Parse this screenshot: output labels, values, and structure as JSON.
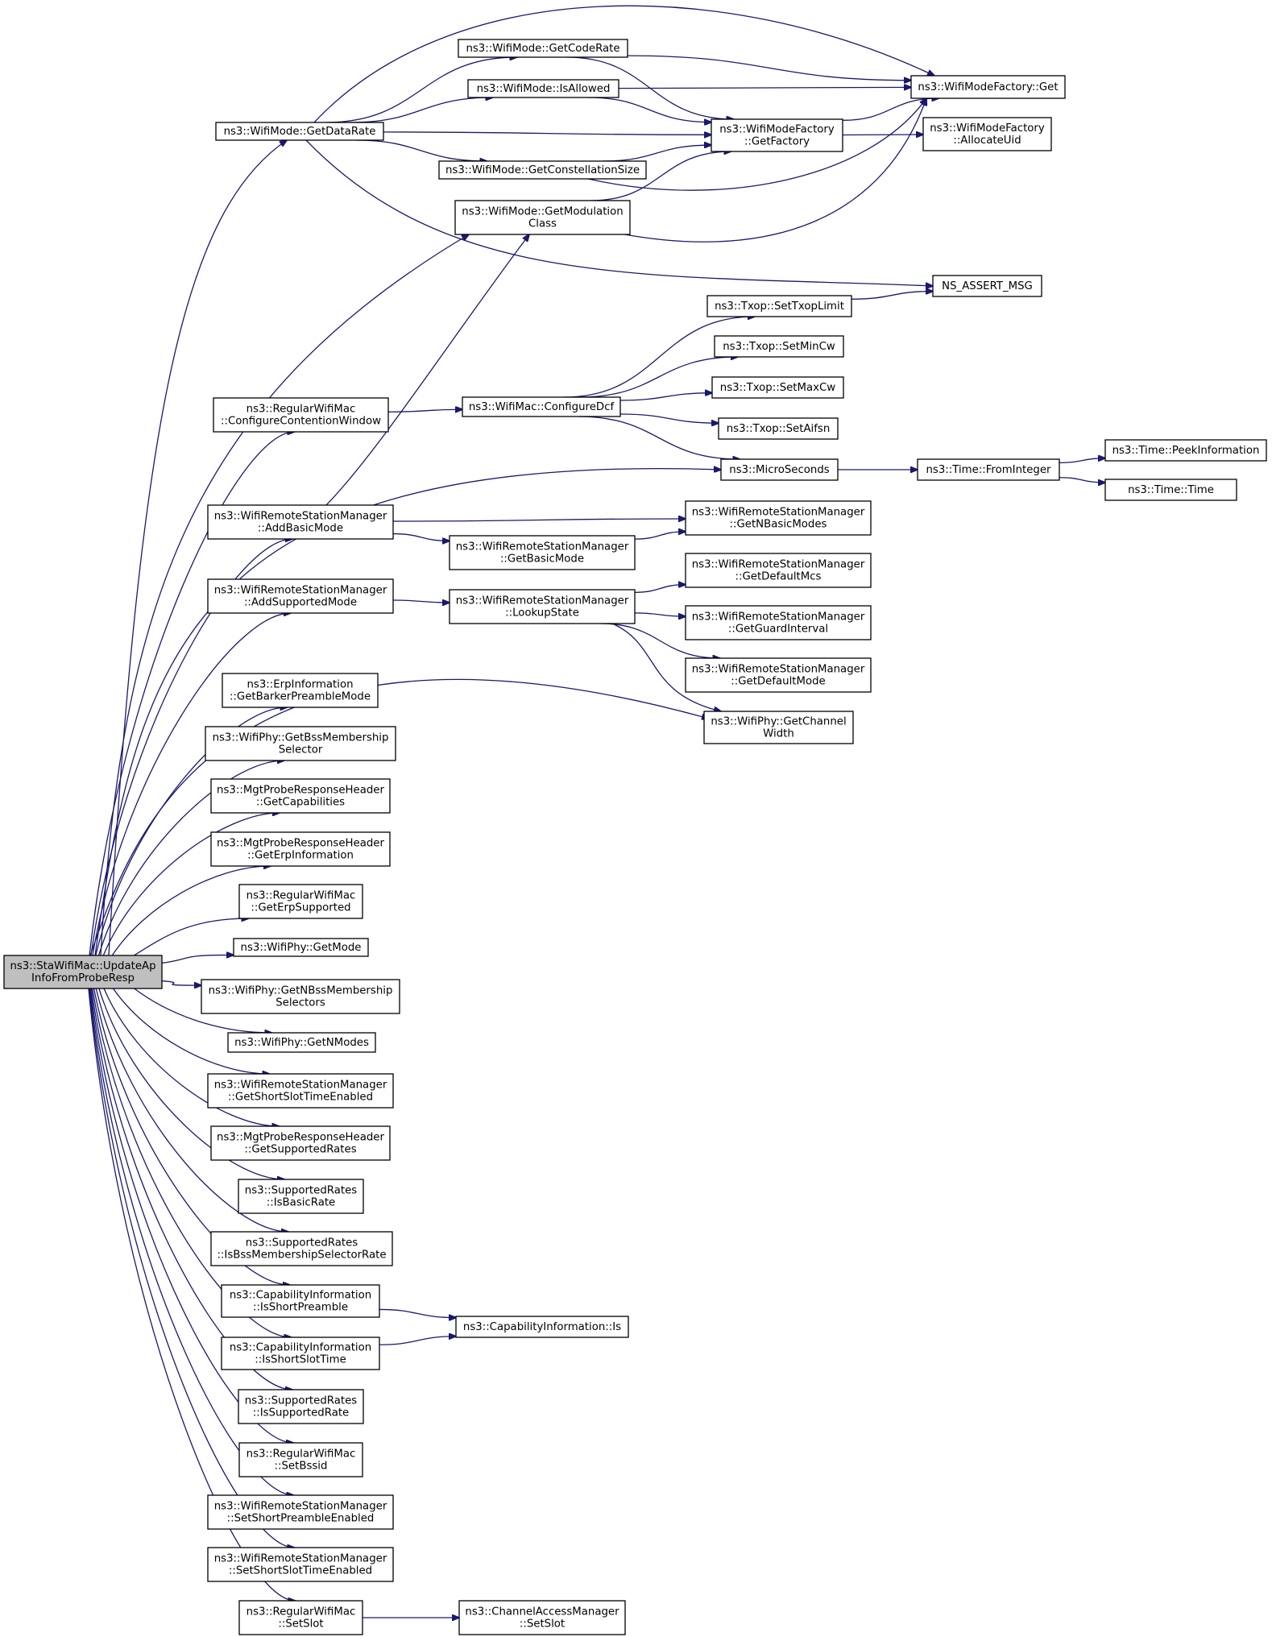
{
  "graph": {
    "colors": {
      "edge": "#191970",
      "node_border": "#000000",
      "truncated_border": "#ff0000",
      "root_fill": "#bfbfbf"
    },
    "nodes": [
      {
        "id": "root",
        "lines": [
          "ns3::StaWifiMac::UpdateAp",
          "InfoFromProbeResp"
        ],
        "style": "root"
      },
      {
        "id": "getDataRate",
        "lines": [
          "ns3::WifiMode::GetDataRate"
        ]
      },
      {
        "id": "getCodeRate",
        "lines": [
          "ns3::WifiMode::GetCodeRate"
        ]
      },
      {
        "id": "isAllowed",
        "lines": [
          "ns3::WifiMode::IsAllowed"
        ]
      },
      {
        "id": "factoryGet",
        "lines": [
          "ns3::WifiModeFactory::Get"
        ]
      },
      {
        "id": "getFactory",
        "lines": [
          "ns3::WifiModeFactory",
          "::GetFactory"
        ]
      },
      {
        "id": "allocateUid",
        "lines": [
          "ns3::WifiModeFactory",
          "::AllocateUid"
        ]
      },
      {
        "id": "getConstSize",
        "lines": [
          "ns3::WifiMode::GetConstellationSize"
        ]
      },
      {
        "id": "getModClass",
        "lines": [
          "ns3::WifiMode::GetModulation",
          "Class"
        ]
      },
      {
        "id": "assertMsg",
        "lines": [
          "NS_ASSERT_MSG"
        ]
      },
      {
        "id": "setTxopLimit",
        "lines": [
          "ns3::Txop::SetTxopLimit"
        ],
        "style": "truncated"
      },
      {
        "id": "setMinCw",
        "lines": [
          "ns3::Txop::SetMinCw"
        ],
        "style": "truncated"
      },
      {
        "id": "setMaxCw",
        "lines": [
          "ns3::Txop::SetMaxCw"
        ],
        "style": "truncated"
      },
      {
        "id": "setAifsn",
        "lines": [
          "ns3::Txop::SetAifsn"
        ]
      },
      {
        "id": "configCW",
        "lines": [
          "ns3::RegularWifiMac",
          "::ConfigureContentionWindow"
        ]
      },
      {
        "id": "configDcf",
        "lines": [
          "ns3::WifiMac::ConfigureDcf"
        ]
      },
      {
        "id": "microSeconds",
        "lines": [
          "ns3::MicroSeconds"
        ]
      },
      {
        "id": "fromInteger",
        "lines": [
          "ns3::Time::FromInteger"
        ]
      },
      {
        "id": "peekInfo",
        "lines": [
          "ns3::Time::PeekInformation"
        ],
        "style": "truncated"
      },
      {
        "id": "timeTime",
        "lines": [
          "ns3::Time::Time"
        ],
        "style": "truncated"
      },
      {
        "id": "addBasicMode",
        "lines": [
          "ns3::WifiRemoteStationManager",
          "::AddBasicMode"
        ]
      },
      {
        "id": "getNBasicModes",
        "lines": [
          "ns3::WifiRemoteStationManager",
          "::GetNBasicModes"
        ]
      },
      {
        "id": "getBasicMode",
        "lines": [
          "ns3::WifiRemoteStationManager",
          "::GetBasicMode"
        ]
      },
      {
        "id": "addSuppMode",
        "lines": [
          "ns3::WifiRemoteStationManager",
          "::AddSupportedMode"
        ]
      },
      {
        "id": "lookupState",
        "lines": [
          "ns3::WifiRemoteStationManager",
          "::LookupState"
        ]
      },
      {
        "id": "getDefaultMcs",
        "lines": [
          "ns3::WifiRemoteStationManager",
          "::GetDefaultMcs"
        ]
      },
      {
        "id": "getGuardInt",
        "lines": [
          "ns3::WifiRemoteStationManager",
          "::GetGuardInterval"
        ],
        "style": "truncated"
      },
      {
        "id": "getDefaultMode",
        "lines": [
          "ns3::WifiRemoteStationManager",
          "::GetDefaultMode"
        ]
      },
      {
        "id": "getChanWidth",
        "lines": [
          "ns3::WifiPhy::GetChannel",
          "Width"
        ]
      },
      {
        "id": "getBarker",
        "lines": [
          "ns3::ErpInformation",
          "::GetBarkerPreambleMode"
        ]
      },
      {
        "id": "getBssSel",
        "lines": [
          "ns3::WifiPhy::GetBssMembership",
          "Selector"
        ]
      },
      {
        "id": "getCaps",
        "lines": [
          "ns3::MgtProbeResponseHeader",
          "::GetCapabilities"
        ]
      },
      {
        "id": "getErpInfo",
        "lines": [
          "ns3::MgtProbeResponseHeader",
          "::GetErpInformation"
        ]
      },
      {
        "id": "getErpSupp",
        "lines": [
          "ns3::RegularWifiMac",
          "::GetErpSupported"
        ]
      },
      {
        "id": "getMode",
        "lines": [
          "ns3::WifiPhy::GetMode"
        ]
      },
      {
        "id": "getNBssSel",
        "lines": [
          "ns3::WifiPhy::GetNBssMembership",
          "Selectors"
        ]
      },
      {
        "id": "getNModes",
        "lines": [
          "ns3::WifiPhy::GetNModes"
        ]
      },
      {
        "id": "getShortSlotEn",
        "lines": [
          "ns3::WifiRemoteStationManager",
          "::GetShortSlotTimeEnabled"
        ]
      },
      {
        "id": "getSuppRates",
        "lines": [
          "ns3::MgtProbeResponseHeader",
          "::GetSupportedRates"
        ]
      },
      {
        "id": "isBasicRate",
        "lines": [
          "ns3::SupportedRates",
          "::IsBasicRate"
        ]
      },
      {
        "id": "isBssSelRate",
        "lines": [
          "ns3::SupportedRates",
          "::IsBssMembershipSelectorRate"
        ]
      },
      {
        "id": "isShortPre",
        "lines": [
          "ns3::CapabilityInformation",
          "::IsShortPreamble"
        ]
      },
      {
        "id": "capIs",
        "lines": [
          "ns3::CapabilityInformation::Is"
        ]
      },
      {
        "id": "isShortSlot",
        "lines": [
          "ns3::CapabilityInformation",
          "::IsShortSlotTime"
        ]
      },
      {
        "id": "isSuppRate",
        "lines": [
          "ns3::SupportedRates",
          "::IsSupportedRate"
        ]
      },
      {
        "id": "setBssid",
        "lines": [
          "ns3::RegularWifiMac",
          "::SetBssid"
        ]
      },
      {
        "id": "setShortPreEn",
        "lines": [
          "ns3::WifiRemoteStationManager",
          "::SetShortPreambleEnabled"
        ]
      },
      {
        "id": "setShortSlotEn",
        "lines": [
          "ns3::WifiRemoteStationManager",
          "::SetShortSlotTimeEnabled"
        ]
      },
      {
        "id": "setSlot",
        "lines": [
          "ns3::RegularWifiMac",
          "::SetSlot"
        ]
      },
      {
        "id": "chanSetSlot",
        "lines": [
          "ns3::ChannelAccessManager",
          "::SetSlot"
        ]
      }
    ],
    "edges": [
      [
        "root",
        "getDataRate"
      ],
      [
        "root",
        "getModClass"
      ],
      [
        "root",
        "configCW"
      ],
      [
        "root",
        "microSeconds"
      ],
      [
        "root",
        "addBasicMode"
      ],
      [
        "root",
        "addSuppMode"
      ],
      [
        "root",
        "getChanWidth"
      ],
      [
        "root",
        "getBarker"
      ],
      [
        "root",
        "getBssSel"
      ],
      [
        "root",
        "getCaps"
      ],
      [
        "root",
        "getErpInfo"
      ],
      [
        "root",
        "getErpSupp"
      ],
      [
        "root",
        "getMode"
      ],
      [
        "root",
        "getNBssSel"
      ],
      [
        "root",
        "getNModes"
      ],
      [
        "root",
        "getShortSlotEn"
      ],
      [
        "root",
        "getSuppRates"
      ],
      [
        "root",
        "isBasicRate"
      ],
      [
        "root",
        "isBssSelRate"
      ],
      [
        "root",
        "isShortPre"
      ],
      [
        "root",
        "isShortSlot"
      ],
      [
        "root",
        "isSuppRate"
      ],
      [
        "root",
        "setBssid"
      ],
      [
        "root",
        "setShortPreEn"
      ],
      [
        "root",
        "setShortSlotEn"
      ],
      [
        "root",
        "setSlot"
      ],
      [
        "getDataRate",
        "getCodeRate"
      ],
      [
        "getDataRate",
        "isAllowed"
      ],
      [
        "getDataRate",
        "factoryGet"
      ],
      [
        "getDataRate",
        "getFactory"
      ],
      [
        "getDataRate",
        "getConstSize"
      ],
      [
        "getDataRate",
        "assertMsg"
      ],
      [
        "getCodeRate",
        "factoryGet"
      ],
      [
        "getCodeRate",
        "getFactory"
      ],
      [
        "isAllowed",
        "factoryGet"
      ],
      [
        "isAllowed",
        "getFactory"
      ],
      [
        "getFactory",
        "factoryGet"
      ],
      [
        "getFactory",
        "allocateUid"
      ],
      [
        "getConstSize",
        "getFactory"
      ],
      [
        "getConstSize",
        "factoryGet"
      ],
      [
        "getModClass",
        "getFactory"
      ],
      [
        "getModClass",
        "factoryGet"
      ],
      [
        "configCW",
        "configDcf"
      ],
      [
        "configDcf",
        "setTxopLimit"
      ],
      [
        "configDcf",
        "setMinCw"
      ],
      [
        "configDcf",
        "setMaxCw"
      ],
      [
        "configDcf",
        "setAifsn"
      ],
      [
        "configDcf",
        "microSeconds"
      ],
      [
        "setTxopLimit",
        "assertMsg"
      ],
      [
        "microSeconds",
        "fromInteger"
      ],
      [
        "fromInteger",
        "peekInfo"
      ],
      [
        "fromInteger",
        "timeTime"
      ],
      [
        "addBasicMode",
        "getModClass"
      ],
      [
        "addBasicMode",
        "getNBasicModes"
      ],
      [
        "addBasicMode",
        "getBasicMode"
      ],
      [
        "getBasicMode",
        "getNBasicModes"
      ],
      [
        "addSuppMode",
        "lookupState"
      ],
      [
        "lookupState",
        "getDefaultMcs"
      ],
      [
        "lookupState",
        "getGuardInt"
      ],
      [
        "lookupState",
        "getDefaultMode"
      ],
      [
        "lookupState",
        "getChanWidth"
      ],
      [
        "isShortPre",
        "capIs"
      ],
      [
        "isShortSlot",
        "capIs"
      ],
      [
        "setSlot",
        "chanSetSlot"
      ]
    ]
  }
}
